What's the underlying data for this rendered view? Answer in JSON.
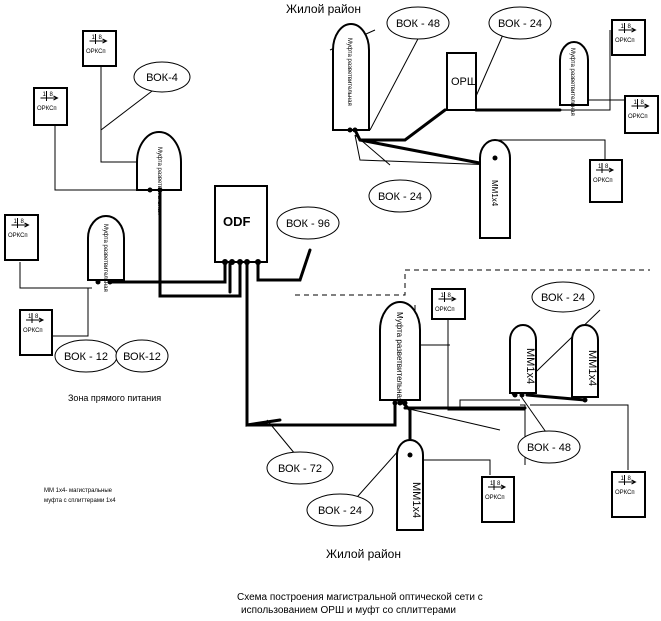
{
  "title_top": "Жилой район",
  "title_bottom": "Жилой район",
  "zone_label": "Зона прямого питания",
  "legend_note": {
    "line1": "ММ 1х4- магистральные",
    "line2": "муфта с сплиттерами 1х4"
  },
  "caption": {
    "line1": "Схема построения магистральной оптической сети с",
    "line2": "использованием ОРШ и муфт со сплиттерами"
  },
  "odf_label": "ODF",
  "orsh_label": "ОРШ",
  "splice_label": "Муфта разветвительная",
  "mm_label": "ММ1х4",
  "orks": {
    "label": "ОРКСп",
    "port_left": "1",
    "port_right": "8"
  },
  "cables": {
    "vok4": "ВОК-4",
    "vok48_top": "ВОК - 48",
    "vok24_top": "ВОК - 24",
    "vok24_mid": "ВОК - 24",
    "vok96": "ВОК - 96",
    "vok12_a": "ВОК - 12",
    "vok12_b": "ВОК-12",
    "vok24_right": "ВОК - 24",
    "vok48_bottom": "ВОК - 48",
    "vok72": "ВОК - 72",
    "vok24_bottom": "ВОК - 24"
  }
}
